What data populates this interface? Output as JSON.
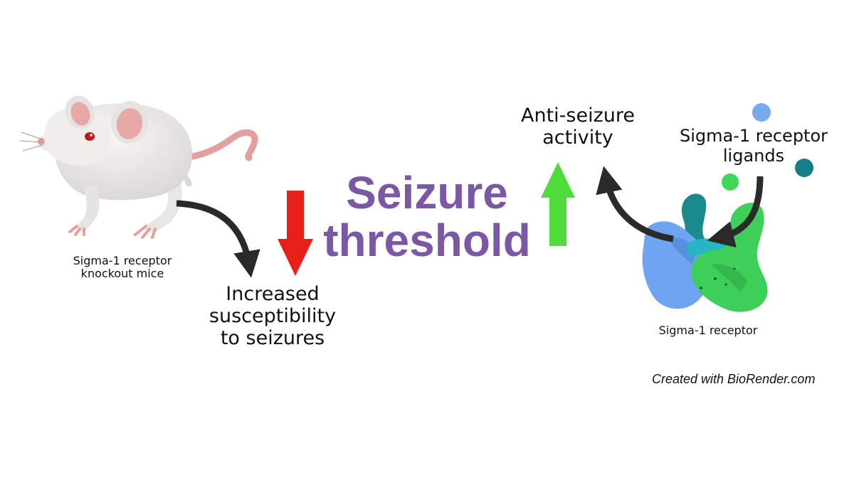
{
  "mouse_label_line1": "Sigma-1 receptor",
  "mouse_label_line2": "knockout mice",
  "increased_line1": "Increased",
  "increased_line2": "susceptibility",
  "increased_line3": "to seizures",
  "threshold_line1": "Seizure",
  "threshold_line2": "threshold",
  "antiseizure_line1": "Anti-seizure",
  "antiseizure_line2": "activity",
  "ligands_line1": "Sigma-1 receptor",
  "ligands_line2": "ligands",
  "receptor_label": "Sigma-1 receptor",
  "credit": "Created with BioRender.com",
  "colors": {
    "title": "#7b57a6",
    "down_arrow": "#e8201a",
    "up_arrow": "#4fdc3a",
    "curved_arrow": "#2a2a2a",
    "ligand_blue": "#79aaf0",
    "ligand_teal": "#147f86",
    "ligand_green": "#3fd65a",
    "protein_blue": "#6fa4f2",
    "protein_green": "#3ecf59",
    "protein_teal": "#1a8a8c",
    "mouse_body": "#ecebea",
    "mouse_ear": "#e6a9a6",
    "mouse_tail": "#e3a09c"
  },
  "icons": [
    "mouse-illustration",
    "sigma-1-receptor-protein",
    "down-arrow",
    "up-arrow",
    "curved-arrow"
  ]
}
